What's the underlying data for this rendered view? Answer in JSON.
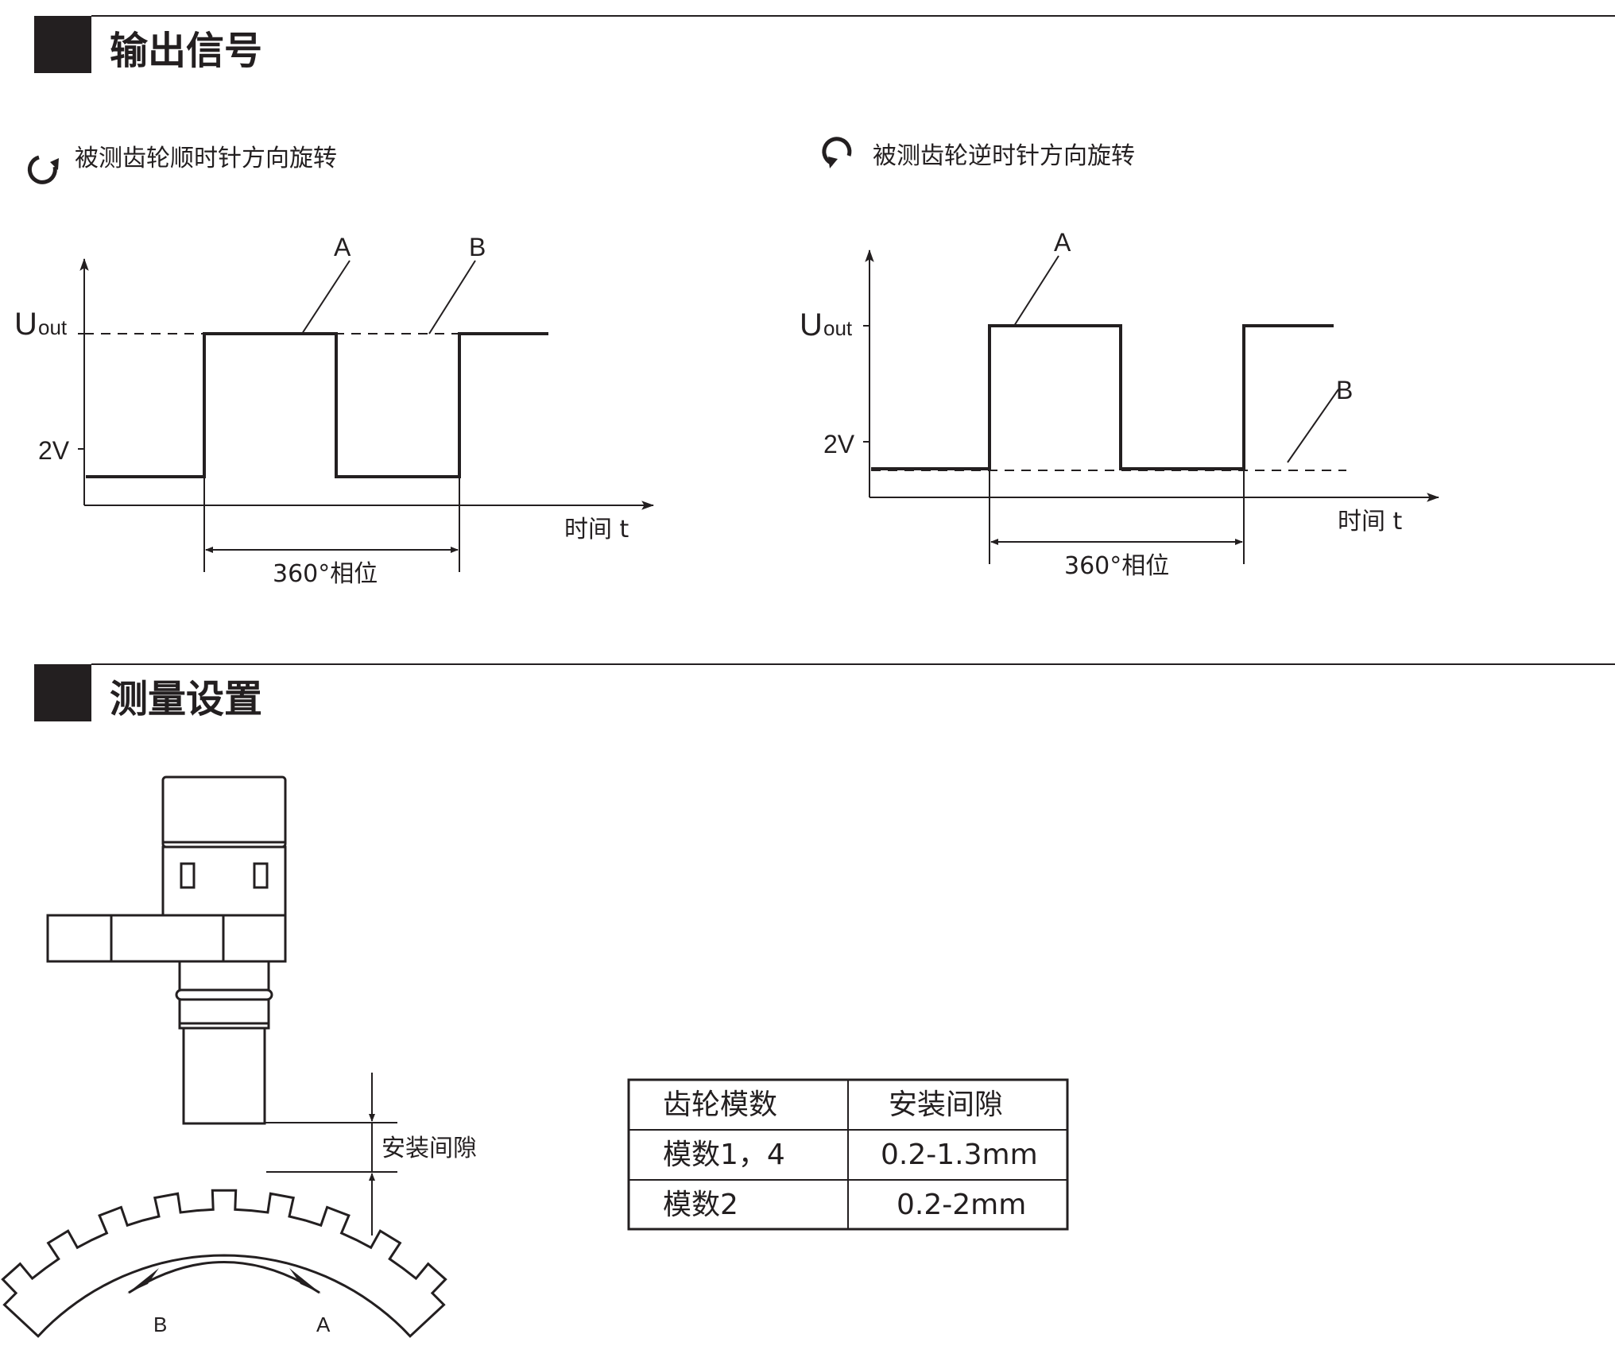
{
  "sections": {
    "output_signal": {
      "title": "输出信号"
    },
    "measurement_setup": {
      "title": "测量设置"
    }
  },
  "clockwise": {
    "caption": "被测齿轮顺时针方向旋转",
    "icon": "clockwise-arrow-icon",
    "y_label_main": "U",
    "y_label_sub": "out",
    "low_label": "2V",
    "x_label": "时间 t",
    "phase_label": "360°相位",
    "marker_a": "A",
    "marker_b": "B"
  },
  "counterclockwise": {
    "caption": "被测齿轮逆时针方向旋转",
    "icon": "counterclockwise-arrow-icon",
    "y_label_main": "U",
    "y_label_sub": "out",
    "low_label": "2V",
    "x_label": "时间 t",
    "phase_label": "360°相位",
    "marker_a": "A",
    "marker_b": "B"
  },
  "setup": {
    "gap_label": "安装间隙",
    "direction_b": "B",
    "direction_a": "A"
  },
  "table": {
    "headers": [
      "齿轮模数",
      "安装间隙"
    ],
    "rows": [
      [
        "模数1，4",
        "0.2-1.3mm"
      ],
      [
        "模数2",
        "0.2-2mm"
      ]
    ]
  },
  "colors": {
    "ink": "#231f20",
    "background": "#ffffff"
  }
}
